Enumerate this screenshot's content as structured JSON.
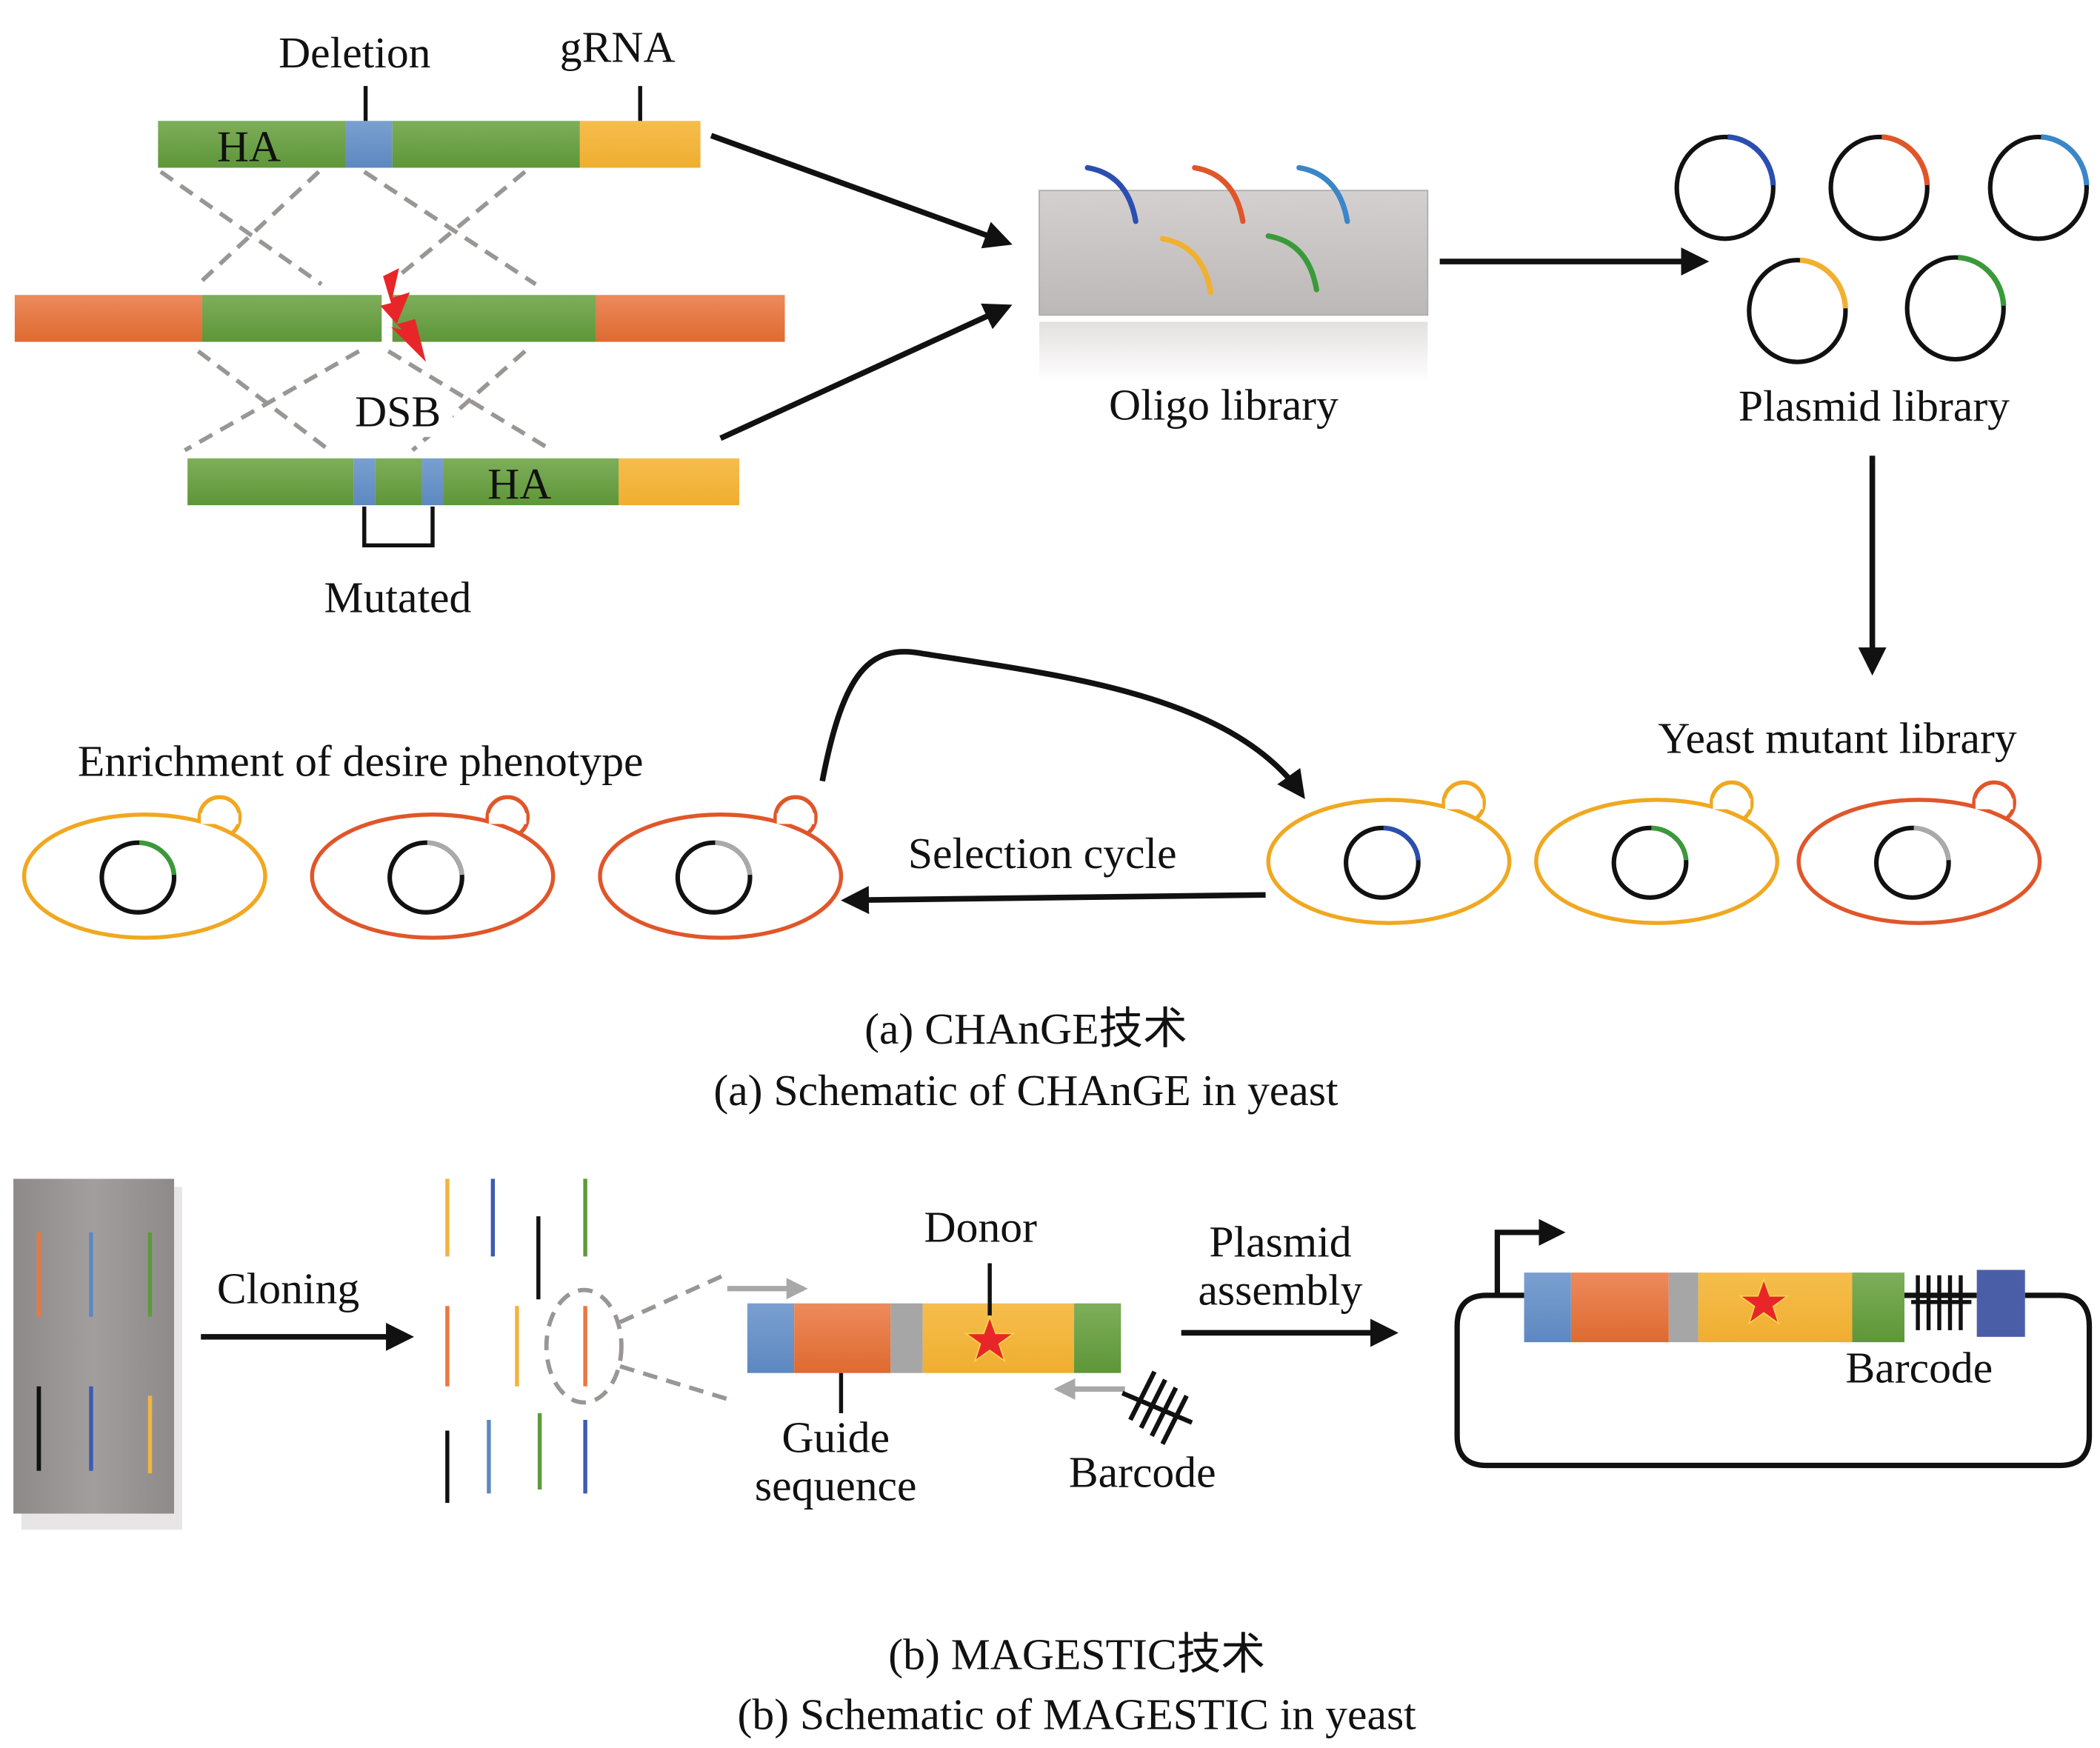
{
  "figure": {
    "panel_a": {
      "labels": {
        "deletion": "Deletion",
        "grna": "gRNA",
        "ha_top": "HA",
        "dsb": "DSB",
        "ha_bottom": "HA",
        "mutated": "Mutated",
        "oligo_library": "Oligo library",
        "plasmid_library": "Plasmid library",
        "yeast_mutant_library": "Yeast mutant library",
        "enrichment": "Enrichment of desire phenotype",
        "selection_cycle": "Selection cycle"
      },
      "caption_cn": "(a) CHAnGE技术",
      "caption_en": "(a) Schematic of CHAnGE in yeast",
      "oligo_colors": [
        "#2a4fb0",
        "#e0562a",
        "#3a86c8",
        "#f2b030",
        "#3a9a3a"
      ],
      "plasmid_colors": [
        "#2a4fb0",
        "#e0562a",
        "#3a86c8",
        "#f2b030",
        "#3a9a3a"
      ],
      "enriched_cells": [
        {
          "membrane": "#f0a820",
          "insert": "#3a9a3a"
        },
        {
          "membrane": "#e0562a",
          "insert": "#aaaaaa"
        },
        {
          "membrane": "#e0562a",
          "insert": "#aaaaaa"
        }
      ],
      "library_cells": [
        {
          "membrane": "#f0a820",
          "insert": "#2a4fb0"
        },
        {
          "membrane": "#f0a820",
          "insert": "#3a9a3a"
        },
        {
          "membrane": "#e0562a",
          "insert": "#aaaaaa"
        }
      ]
    },
    "panel_b": {
      "labels": {
        "cloning": "Cloning",
        "donor": "Donor",
        "guide_line1": "Guide",
        "guide_line2": "sequence",
        "barcode_left": "Barcode",
        "plasmid_assembly_line1": "Plasmid",
        "plasmid_assembly_line2": "assembly",
        "barcode_right": "Barcode"
      },
      "caption_cn": "(b) MAGESTIC技术",
      "caption_en": "(b) Schematic of MAGESTIC in yeast"
    },
    "colors": {
      "green": "#6aa142",
      "blue": "#6b93c6",
      "yellow": "#f2b43e",
      "orange": "#e9783f",
      "gray": "#a6a6a6",
      "dark_blue": "#4a5ea8",
      "red": "#e8262a"
    }
  }
}
